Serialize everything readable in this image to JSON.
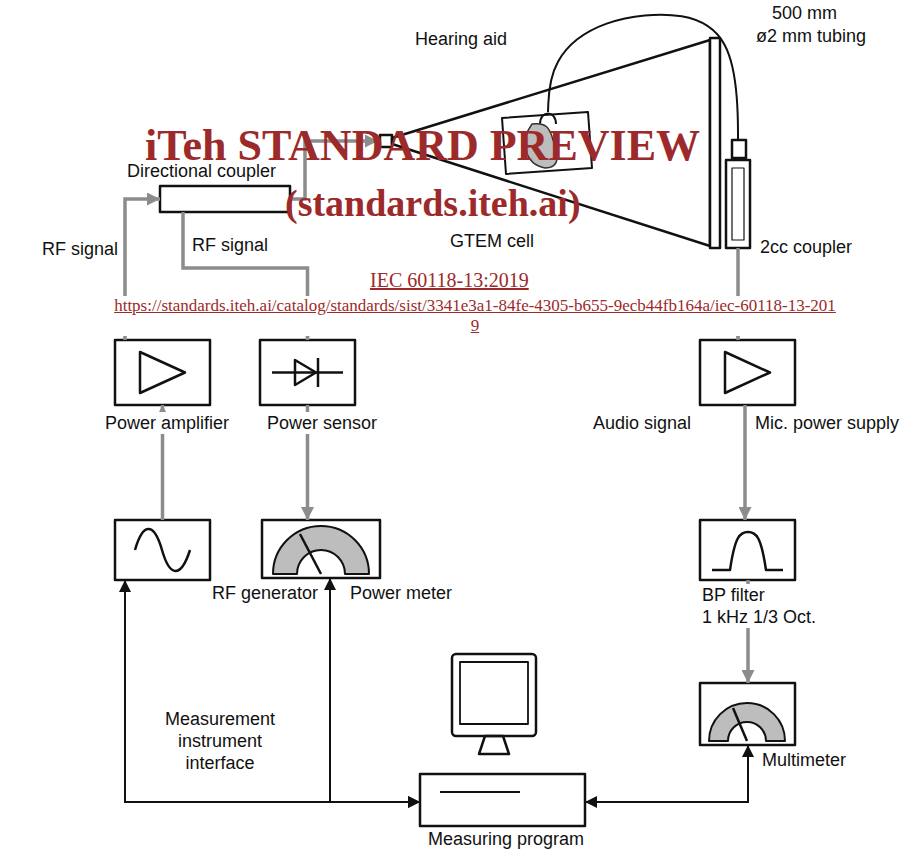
{
  "diagram": {
    "nodes": [
      {
        "text": [
          "Directional coupler"
        ]
      },
      {
        "text": [
          "GTEM cell"
        ]
      },
      {
        "text": [
          "Hearing aid"
        ],
        "in": 1
      },
      {
        "text": [
          "2cc coupler"
        ]
      },
      {
        "text": [
          "Power amplifier"
        ]
      },
      {
        "text": [
          "Power sensor"
        ]
      },
      {
        "text": [
          "Mic. power supply"
        ]
      },
      {
        "text": [
          "RF generator"
        ]
      },
      {
        "text": [
          "Power meter"
        ]
      },
      {
        "text": [
          "BP filter",
          "1 kHz 1/3 Oct."
        ]
      },
      {
        "text": [
          "Multimeter"
        ]
      },
      {
        "text": [
          "Measuring program"
        ]
      }
    ],
    "edges": [
      {
        "from": 7,
        "to": 4,
        "arrow": "to"
      },
      {
        "from": 4,
        "to": 0,
        "arrow": "to",
        "label": "RF signal"
      },
      {
        "from": 0,
        "to": 1,
        "arrow": "to"
      },
      {
        "from": 0,
        "to": 5,
        "arrow": "to",
        "label": "RF signal"
      },
      {
        "from": 5,
        "to": 8,
        "arrow": "to"
      },
      {
        "from": 2,
        "to": 3,
        "arrow": "none"
      },
      {
        "from": 3,
        "to": 6,
        "arrow": "to"
      },
      {
        "from": 6,
        "to": 9,
        "arrow": "to"
      },
      {
        "from": 9,
        "to": 10,
        "arrow": "to"
      },
      {
        "from": 11,
        "to": 7,
        "arrow": "both"
      },
      {
        "from": 11,
        "to": 8,
        "arrow": "both"
      },
      {
        "from": 11,
        "to": 10,
        "arrow": "both"
      }
    ],
    "labels": [
      "500 mm",
      "ø2 mm tubing",
      "Audio signal",
      "Measurement instrument interface",
      "iTeh STANDARD PREVIEW",
      "(standards.iteh.ai)",
      "IEC 60118-13:2019",
      "https://standards.iteh.ai/catalog/standards/sist/3341e3a1-84fe-4305-b655-9ecb44fb164a/iec-60118-13-2019"
    ]
  }
}
